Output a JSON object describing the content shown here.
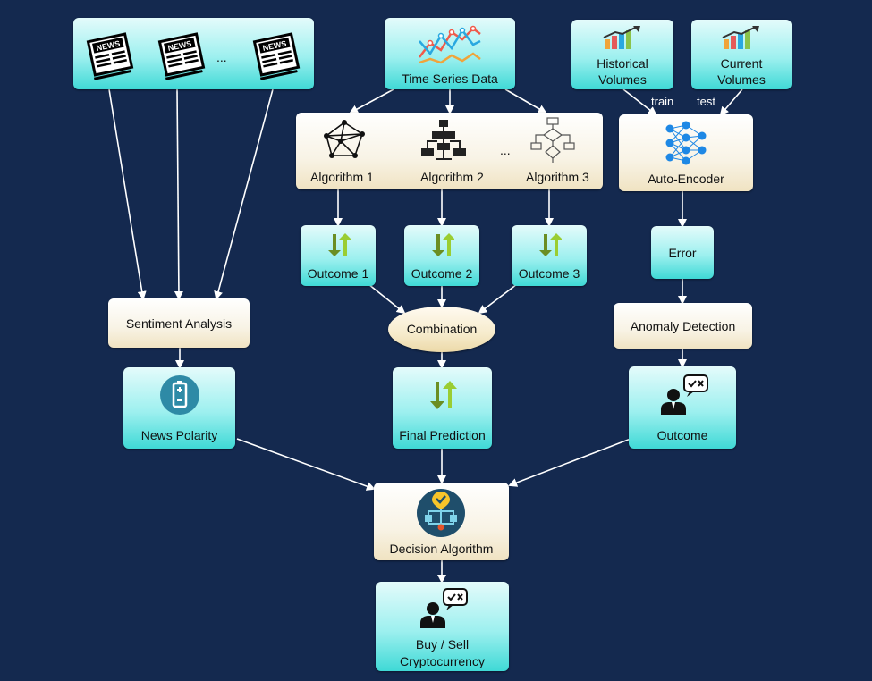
{
  "nodes": {
    "news_sources": {
      "ellipsis": "..."
    },
    "time_series": {
      "label": "Time Series Data"
    },
    "historical_volumes": {
      "label_line1": "Historical",
      "label_line2": "Volumes"
    },
    "current_volumes": {
      "label_line1": "Current",
      "label_line2": "Volumes"
    },
    "algorithms": {
      "items": [
        {
          "label": "Algorithm 1"
        },
        {
          "label": "Algorithm 2"
        },
        {
          "label": "Algorithm 3"
        }
      ],
      "ellipsis": "..."
    },
    "auto_encoder": {
      "label": "Auto-Encoder"
    },
    "outcomes": [
      {
        "label": "Outcome 1"
      },
      {
        "label": "Outcome 2"
      },
      {
        "label": "Outcome 3"
      }
    ],
    "error": {
      "label": "Error"
    },
    "sentiment_analysis": {
      "label": "Sentiment Analysis"
    },
    "combination": {
      "label": "Combination"
    },
    "anomaly_detection": {
      "label": "Anomaly Detection"
    },
    "news_polarity": {
      "label": "News Polarity"
    },
    "final_prediction": {
      "label": "Final Prediction"
    },
    "outcome_right": {
      "label": "Outcome"
    },
    "decision_algorithm": {
      "label": "Decision Algorithm"
    },
    "buy_sell": {
      "label_line1": "Buy / Sell",
      "label_line2": "Cryptocurrency"
    }
  },
  "edge_labels": {
    "train": "train",
    "test": "test"
  },
  "colors": {
    "background": "#14294f",
    "cyan_node": "#9df0ef",
    "cream_node": "#f8f3e5",
    "arrow": "#ffffff"
  }
}
